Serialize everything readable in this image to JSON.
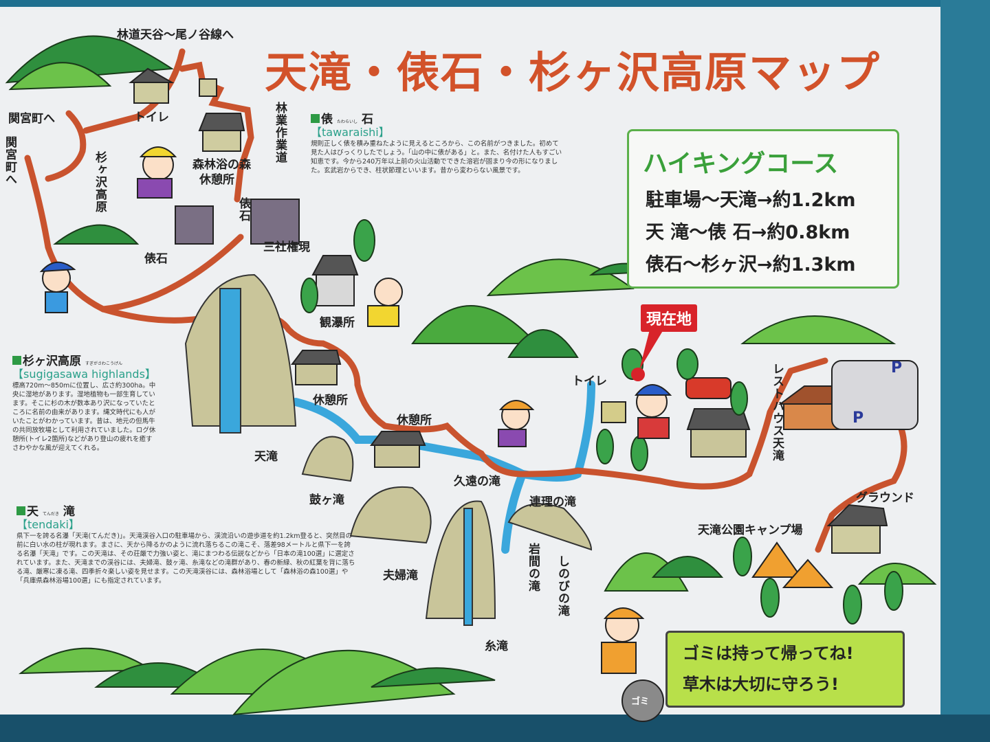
{
  "title": "天滝・俵石・杉ヶ沢高原マップ",
  "hiking_course": {
    "heading": "ハイキングコース",
    "rows": [
      "駐車場～天滝→約1.2km",
      "天 滝～俵 石→約0.8km",
      "俵石～杉ヶ沢→約1.3km"
    ]
  },
  "current_location": "現在地",
  "notice": [
    "ゴミは持って帰ってね!",
    "草木は大切に守ろう!"
  ],
  "garbage_bag_label": "ゴミ",
  "parking_label": "P",
  "map_labels": {
    "rindo": "林道天谷～尾ノ谷線へ",
    "sekinomiya1": "関宮町へ",
    "sekinomiya2": "関宮町へ",
    "toilet1": "トイレ",
    "toilet2": "トイレ",
    "forest_road": "林業作業道",
    "shinrinyoku": "森林浴の森",
    "rest_house_forest": "休憩所",
    "sugigasawa": "杉ヶ沢高原",
    "tawaraishi1": "俵石",
    "tawaraishi2": "俵石",
    "sansha": "三社権現",
    "kanbakusho": "観瀑所",
    "rest1": "休憩所",
    "rest2": "休憩所",
    "tendaki": "天滝",
    "tsuzumi": "鼓ヶ滝",
    "meoto": "夫婦滝",
    "ito": "糸滝",
    "kuon": "久遠の滝",
    "renri": "連理の滝",
    "iwama": "岩間の滝",
    "shinobi": "しのびの滝",
    "resthouse": "レストハウス天滝",
    "ground": "グラウンド",
    "camp": "天滝公園キャンプ場"
  },
  "info": {
    "tawaraishi": {
      "title_a": "俵",
      "ruby": "たわらいし",
      "title_b": "石",
      "english": "【tawaraishi】",
      "body": "規則正しく俵を積み重ねたように見えるところから、この名前がつきました。初めて見た人はびっくりしたでしょう。「山の中に俵がある」と。また、名付けた人もすごい知恵です。今から240万年以上前の火山活動でできた溶岩が固まり今の形になりました。玄武岩からでき、柱状節理といいます。昔から変わらない風景です。"
    },
    "sugigasawa": {
      "title_a": "杉ヶ沢高原",
      "ruby": "すぎがさわこうげん",
      "title_b": "",
      "english": "【sugigasawa highlands】",
      "body": "標高720m～850mに位置し、広さ約300ha。中央に湿地があります。湿地植物も一部生育しています。そこに杉の木が数本あり沢になっていたところに名前の由来があります。縄文時代にも人がいたことがわかっています。昔は、地元の但馬牛の共同放牧場として利用されていました。ログ休憩所(トイレ2箇所)などがあり登山の疲れを癒すさわやかな風が迎えてくれる。"
    },
    "tendaki": {
      "title_a": "天",
      "ruby": "てんだき",
      "title_b": "滝",
      "english": "【tendaki】",
      "body": "県下一を誇る名瀑「天滝(てんだき)」。天滝渓谷入口の駐車場から、渓流沿いの遊歩道を約1.2km登ると、突然目の前に白い水の柱が現れます。まさに、天から降るかのように流れ落ちるこの滝こそ、落差98メートルと県下一を誇る名瀑「天滝」です。この天滝は、その荘厳で力強い姿と、滝にまつわる伝説などから「日本の滝100選」に選定されています。また、天滝までの渓谷には、夫婦滝、鼓ヶ滝、糸滝などの滝群があり、春の新緑、秋の紅葉を背に落ちる滝、厳寒に凍る滝、四季折々楽しい姿を見せます。この天滝渓谷には、森林浴場として「森林浴の森100選」や「兵庫県森林浴場100選」にも指定されています。"
    }
  },
  "colors": {
    "trail": "#c9532e",
    "river": "#3aa7dc",
    "mountain_dark": "#2f8f3e",
    "mountain_light": "#6cc24a",
    "title": "#d2522a",
    "frame": "#1f6f8f"
  }
}
